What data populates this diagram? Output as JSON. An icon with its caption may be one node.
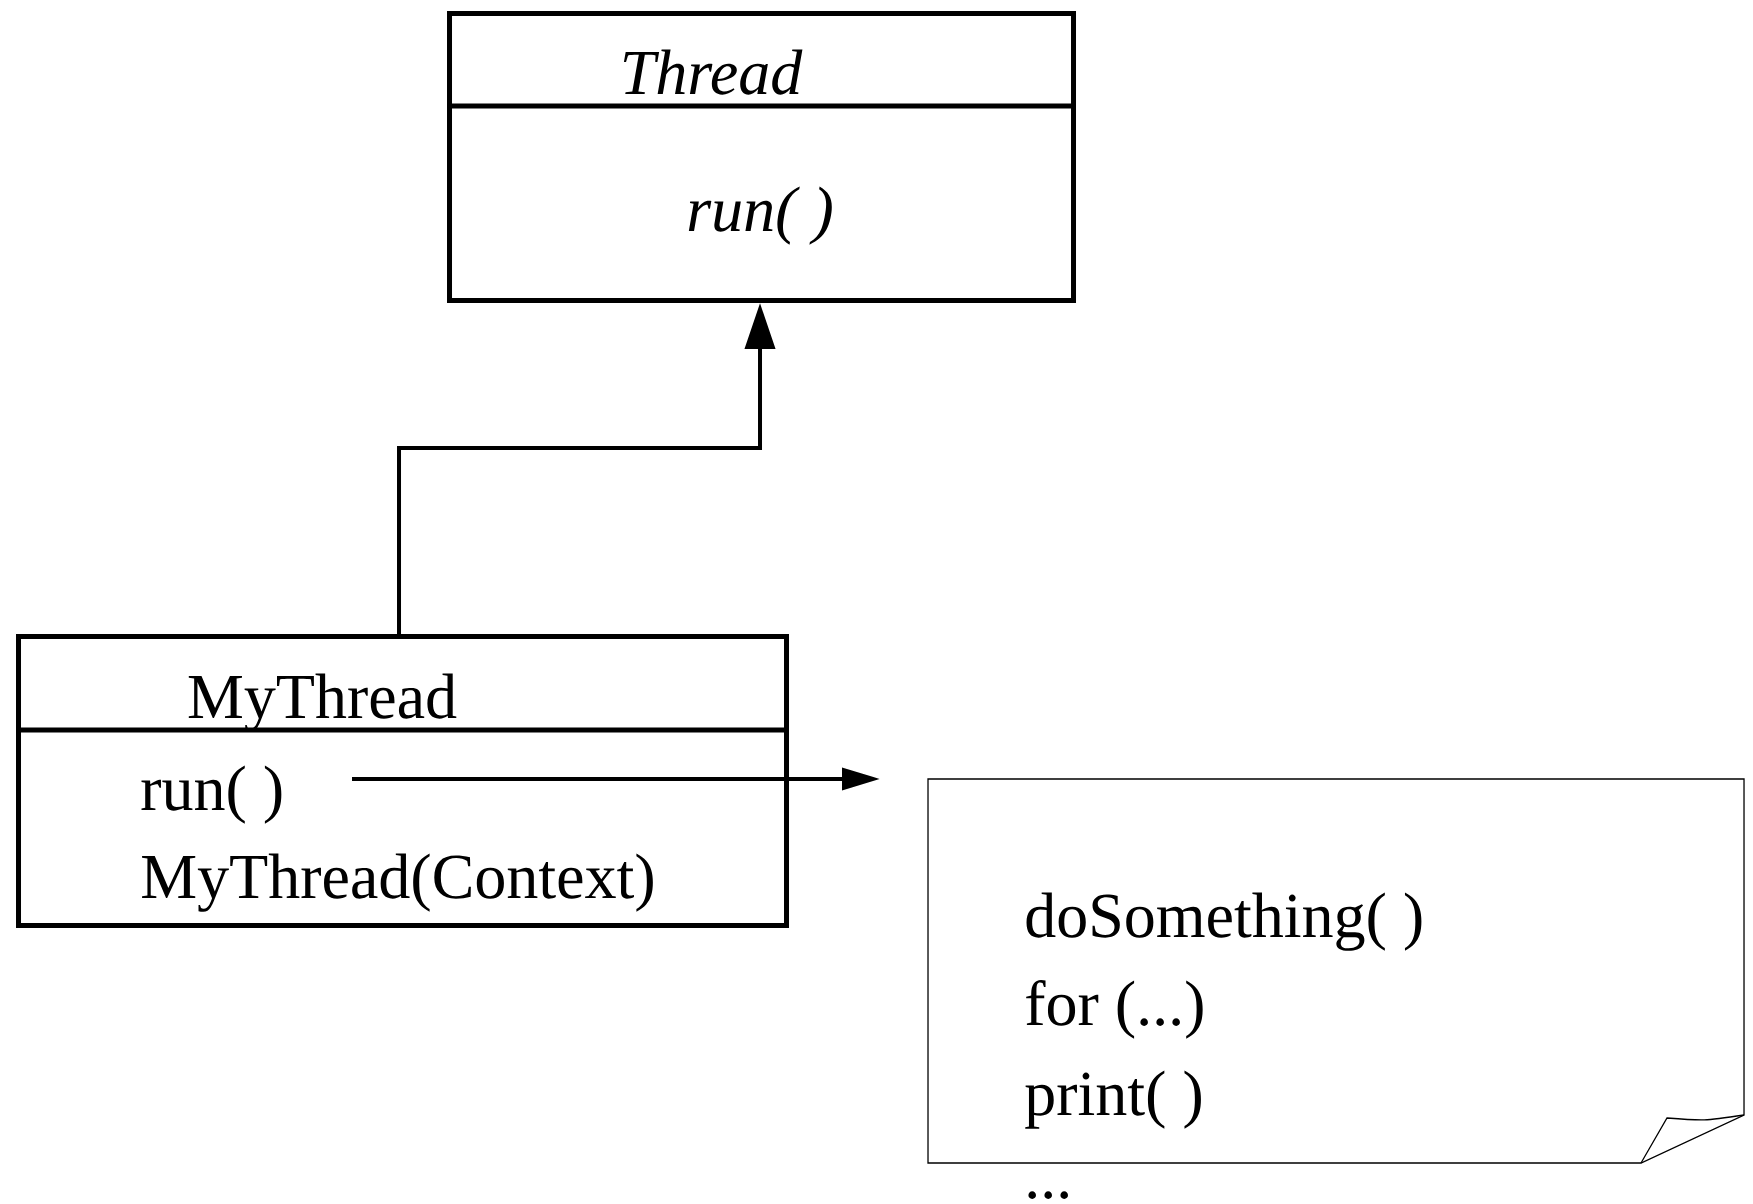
{
  "diagram": {
    "nodes": [
      {
        "text": [
          "Thread",
          "run( )"
        ]
      },
      {
        "text": [
          "MyThread",
          "run( )",
          "MyThread(Context)"
        ]
      },
      {
        "text": [
          "doSomething( )",
          "for (...)",
          "print( )",
          "..."
        ]
      }
    ],
    "edges": [
      {
        "from": 1,
        "to": 0,
        "arrow": "to"
      },
      {
        "from": 1,
        "to": 2,
        "arrow": "to"
      }
    ]
  }
}
